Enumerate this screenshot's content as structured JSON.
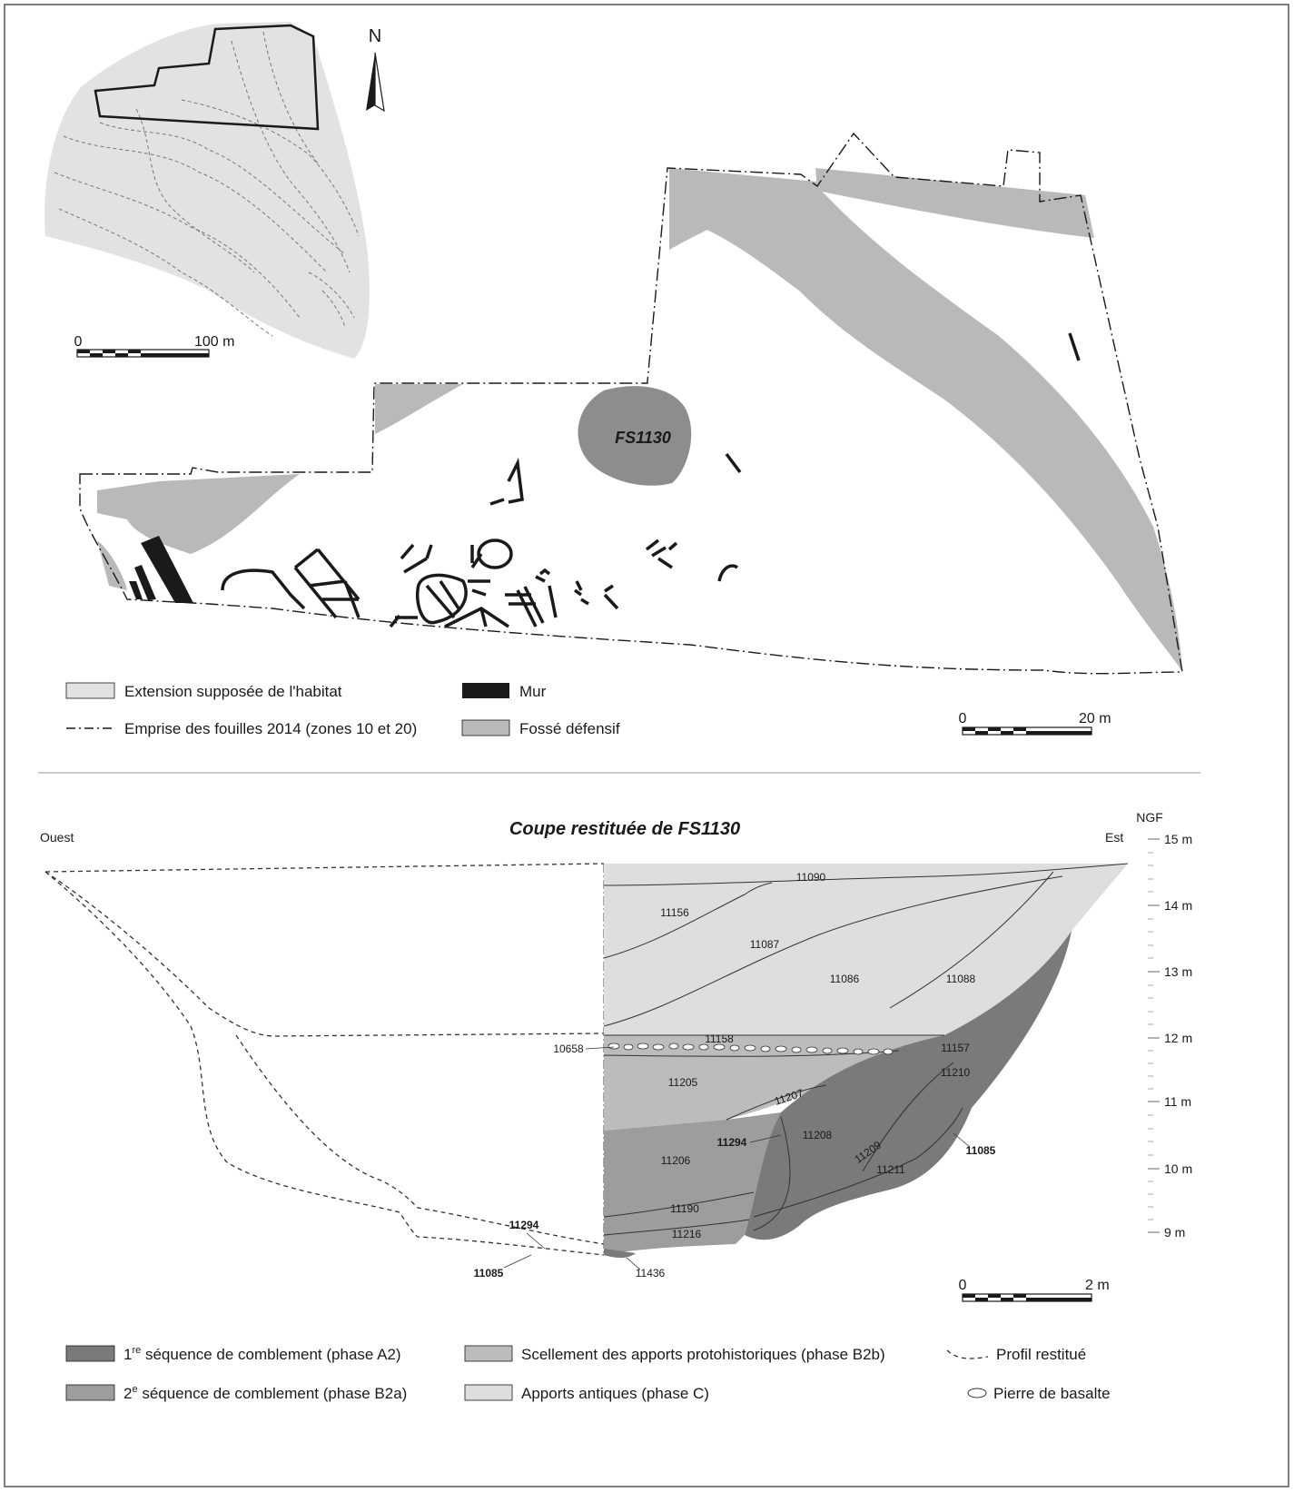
{
  "inset": {
    "north_label": "N",
    "scale": {
      "zero": "0",
      "end": "100 m"
    }
  },
  "plan": {
    "feature_label": "FS1130",
    "scale": {
      "zero": "0",
      "end": "20 m"
    },
    "legend": [
      {
        "key": "extension",
        "label": "Extension supposée de l'habitat"
      },
      {
        "key": "mur",
        "label": "Mur"
      },
      {
        "key": "emprise",
        "label": "Emprise des fouilles 2014 (zones 10 et 20)"
      },
      {
        "key": "fosse",
        "label": "Fossé défensif"
      }
    ]
  },
  "section": {
    "title": "Coupe restituée de FS1130",
    "west": "Ouest",
    "east": "Est",
    "datum": "NGF",
    "elevations": [
      "15 m",
      "14 m",
      "13 m",
      "12 m",
      "11 m",
      "10 m",
      "9 m"
    ],
    "layers": [
      "11090",
      "11156",
      "11087",
      "11086",
      "11088",
      "11158",
      "10658",
      "11157",
      "11210",
      "11205",
      "11207",
      "11294",
      "11208",
      "11209",
      "11206",
      "11211",
      "11085",
      "11190",
      "11216",
      "11436"
    ],
    "profile_labels": [
      "11294",
      "11085"
    ],
    "scale": {
      "zero": "0",
      "end": "2 m"
    },
    "legend": [
      {
        "key": "a2",
        "label_main": "1",
        "label_sup": "re",
        "label_rest": " séquence de comblement (phase A2)"
      },
      {
        "key": "b2b",
        "label": "Scellement des apports protohistoriques (phase B2b)"
      },
      {
        "key": "profil",
        "label": "Profil restitué"
      },
      {
        "key": "b2a",
        "label_main": "2",
        "label_sup": "e",
        "label_rest": " séquence de comblement (phase B2a)"
      },
      {
        "key": "c",
        "label": "Apports antiques (phase C)"
      },
      {
        "key": "basalte",
        "label": "Pierre de basalte"
      }
    ]
  },
  "colors": {
    "phase_a2": "#7a7a7a",
    "phase_b2a": "#9d9d9d",
    "phase_b2b": "#bcbcbc",
    "phase_c": "#dedede",
    "fosse": "#b9b9b9",
    "extension": "#e2e2e2",
    "mur": "#1a1a1a"
  }
}
